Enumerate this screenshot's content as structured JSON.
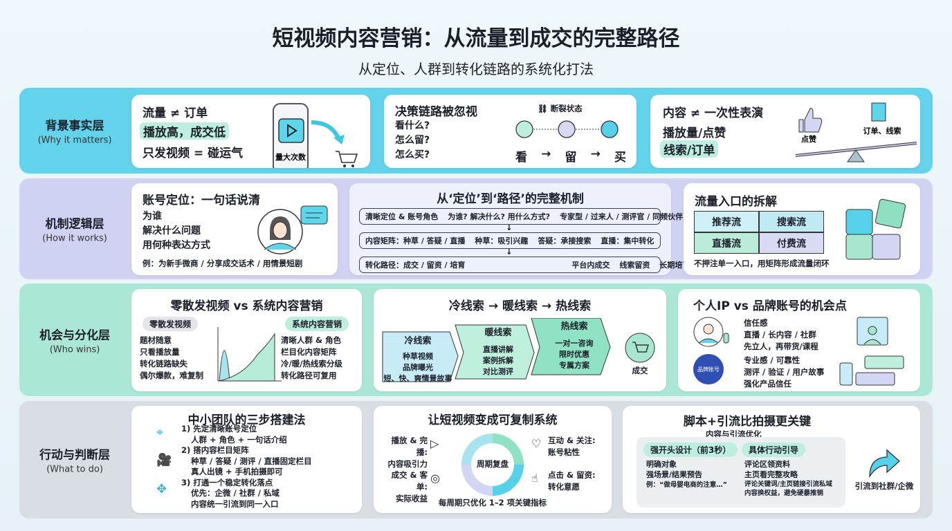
{
  "title": "短视频内容营销：从流量到成交的完整路径",
  "subtitle": "从定位、人群到转化链路的系统化打法",
  "rows": [
    {
      "label": "背景事实层",
      "sub": "(Why it matters)",
      "color": "#62d3ea"
    },
    {
      "label": "机制逻辑层",
      "sub": "(How it works)",
      "color": "#cfd2f1"
    },
    {
      "label": "机会与分化层",
      "sub": "(Who wins)",
      "color": "#abe7d6"
    },
    {
      "label": "行动与判断层",
      "sub": "(What to do)",
      "color": "#d9dee4"
    }
  ],
  "r1": {
    "c1": {
      "title": "流量 ≠ 订单",
      "line1": "播放高，成交低",
      "line2": "只发视频 = 碰运气",
      "phone": "量大次数"
    },
    "c2": {
      "title": "决策链路被忽视",
      "q": [
        "看什么?",
        "怎么留?",
        "怎么买?"
      ],
      "broken": "断裂状态",
      "steps": [
        "看",
        "→",
        "留",
        "→",
        "买"
      ]
    },
    "c3": {
      "title": "内容 ≠ 一次性表演",
      "line1": "播放量/点赞",
      "line2": "线索/订单",
      "like": "点赞",
      "order": "订单、线索"
    }
  },
  "r2": {
    "c1": {
      "title": "账号定位：一句话说清",
      "lines": [
        "为谁",
        "解决什么问题",
        "用何种表达方式"
      ],
      "example": "例：为新手微商 / 分享成交话术 / 用情景短剧"
    },
    "c2": {
      "title": "从‘定位’到‘路径’的完整机制",
      "boxes": [
        {
          "head": "清晰定位 & 账号角色",
          "items": [
            "为谁? 解决什么? 用什么方式?",
            "专家型 / 过来人 / 测评官 / 同频伙伴"
          ]
        },
        {
          "head": "内容矩阵：种草 / 答疑 / 直播",
          "items": [
            "种草：吸引兴趣",
            "答疑：承接搜索",
            "直播：集中转化"
          ]
        },
        {
          "head": "转化路径：成交 / 留资 / 培育",
          "items": [
            "平台内成交",
            "线索留资",
            "长期培育"
          ]
        }
      ],
      "arrow": "↓"
    },
    "c3": {
      "title": "流量入口的拆解",
      "cells": [
        "推荐流",
        "搜索流",
        "直播流",
        "付费流"
      ],
      "note": "不押注单一入口，用矩阵形成流量闭环"
    }
  },
  "r3": {
    "c1": {
      "title": "零散发视频 vs 系统内容营销",
      "left_label": "零散发视频",
      "left": [
        "题材随意",
        "只看播放量",
        "转化链路缺失",
        "偶尔爆款，难复制"
      ],
      "right_label": "系统内容营销",
      "right": [
        "清晰人群 & 角色",
        "栏目化内容矩阵",
        "冷/暖/热线索分级",
        "转化路径可复用"
      ]
    },
    "c2": {
      "title": "冷线索 → 暖线索 → 热线索",
      "stages": [
        {
          "name": "冷线索",
          "items": [
            "种草视频",
            "品牌曝光",
            "短、快、爽情景故事"
          ]
        },
        {
          "name": "暖线索",
          "items": [
            "直播讲解",
            "案例拆解",
            "对比测评"
          ]
        },
        {
          "name": "热线索",
          "items": [
            "一对一咨询",
            "限时优惠",
            "专属方案"
          ]
        }
      ],
      "end": "成交"
    },
    "c3": {
      "title": "个人IP vs 品牌账号的机会点",
      "ip": [
        "信任感",
        "直播 / 长内容 / 社群",
        "先立人，再带货/课程"
      ],
      "brand": [
        "专业感 / 可靠性",
        "测评 / 验证 / 用户故事",
        "强化产品信任"
      ],
      "brand_logo": "品牌账号"
    }
  },
  "r4": {
    "c1": {
      "title": "中小团队的三步搭建法",
      "steps": [
        [
          "1) 先定清晰账号定位",
          "人群 + 角色 + 一句话介绍"
        ],
        [
          "2) 搭内容栏目矩阵",
          "种草 / 答疑 / 测评 / 直播固定栏目",
          "真人出镜 + 手机拍摄即可"
        ],
        [
          "3) 打通一个稳定转化落点",
          "优先：企微 / 社群 / 私域",
          "内容统一引流到同一入口"
        ]
      ]
    },
    "c2": {
      "title": "让短视频变成可复制系统",
      "center": "周期复盘",
      "q": [
        [
          "播放 & 完播:",
          "内容吸引力"
        ],
        [
          "互动 & 关注:",
          "账号粘性"
        ],
        [
          "成交 & 客单:",
          "实际收益"
        ],
        [
          "点击 & 留资:",
          "转化意愿"
        ]
      ],
      "note": "每周期只优化 1–2 项关键指标"
    },
    "c3": {
      "title": "脚本+引流比拍摄更关键",
      "sub": "内容与引流优化",
      "left_pill": "强开头设计（前3秒）",
      "left": [
        "明确对象",
        "强场景/结果预告",
        "例：“做母婴电商的注意…”"
      ],
      "right_pill": "具体行动引导",
      "right": [
        "评论区领资料",
        "主页看完整攻略",
        "评论关键词/主页链接引流私域",
        "内容换权益，避免硬暴推销"
      ],
      "cta": "引流到社群/企微"
    }
  }
}
